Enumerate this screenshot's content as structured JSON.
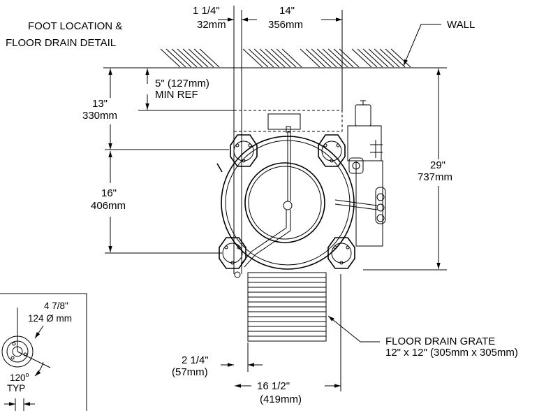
{
  "title_line1": "FOOT LOCATION &",
  "title_line2": "FLOOR DRAIN DETAIL",
  "wall_label": "WALL",
  "dims": {
    "offset_in": "1 1/4\"",
    "offset_mm": "32mm",
    "width14_in": "14\"",
    "width14_mm": "356mm",
    "min_ref_in": "5\" (127mm)",
    "min_ref_note": "MIN REF",
    "d13_in": "13\"",
    "d13_mm": "330mm",
    "d16_in": "16\"",
    "d16_mm": "406mm",
    "d29_in": "29\"",
    "d29_mm": "737mm",
    "d2q_in": "2 1/4\"",
    "d2q_mm": "(57mm)",
    "d16h_in": "16 1/2\"",
    "d16h_mm": "(419mm)"
  },
  "foot_detail": {
    "dia_in": "4 7/8\"",
    "dia_mm": "124 Ø mm",
    "angle": "120",
    "angle_unit": "o",
    "typ": "TYP"
  },
  "grate_label_line1": "FLOOR DRAIN GRATE",
  "grate_label_line2": "12\" x 12\" (305mm x 305mm)"
}
